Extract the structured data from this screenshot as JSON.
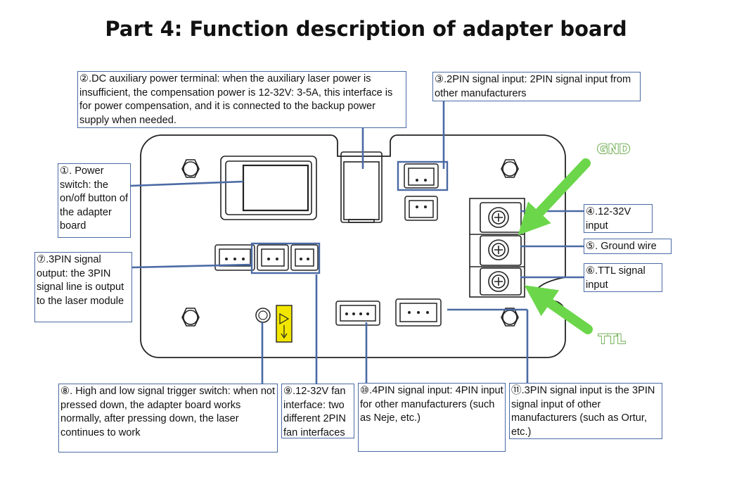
{
  "title": "Part 4: Function description of adapter board",
  "colors": {
    "callout_line": "#4a6aa5",
    "arrow_green": "#6bd64a",
    "board_outline": "#222222",
    "trigger_yellow": "#f2e600"
  },
  "callouts": {
    "power_switch": "①. Power switch: the on/off button of the adapter board",
    "dc_aux": "②.DC auxiliary power terminal: when the auxiliary laser power is insufficient, the compensation power is 12-32V: 3-5A, this interface is for power compensation, and it is connected to the backup power supply when needed.",
    "pin2_input": "③.2PIN signal input: 2PIN signal input from other manufacturers",
    "input_12_32v": "④.12-32V input",
    "ground_wire": "⑤. Ground wire",
    "ttl_signal": "⑥.TTL signal input",
    "pin3_output": "⑦.3PIN signal output: the 3PIN signal line is output to the laser module",
    "trigger_switch": "⑧. High and low signal trigger switch: when not pressed down, the adapter board works normally, after pressing down, the laser continues to work",
    "fan_interface": "⑨.12-32V fan interface: two different 2PIN fan interfaces",
    "pin4_input": "⑩.4PIN signal input: 4PIN input for other manufacturers (such as Neje, etc.)",
    "pin3_input": "⑪.3PIN signal input is the 3PIN signal input of other manufacturers (such as Ortur, etc.)"
  },
  "tags": {
    "gnd": "GND",
    "ttl": "TTL"
  }
}
